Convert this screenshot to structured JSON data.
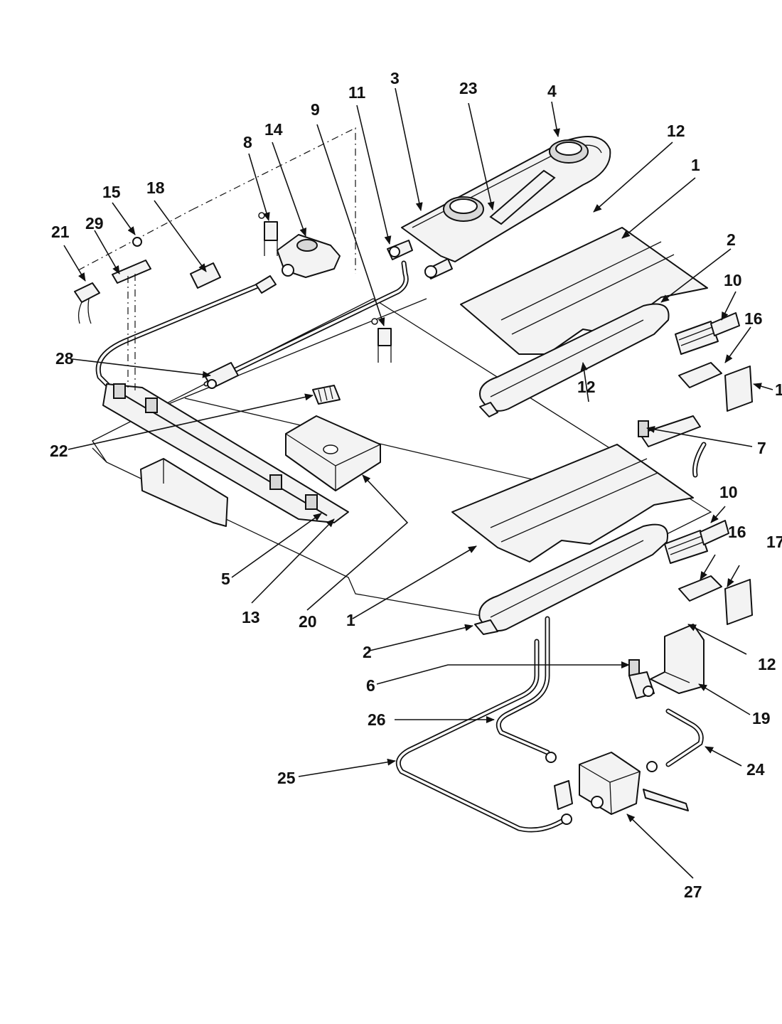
{
  "callouts": [
    {
      "id": "c1a",
      "label": "1"
    },
    {
      "id": "c1b",
      "label": "1"
    },
    {
      "id": "c2a",
      "label": "2"
    },
    {
      "id": "c2b",
      "label": "2"
    },
    {
      "id": "c3",
      "label": "3"
    },
    {
      "id": "c4",
      "label": "4"
    },
    {
      "id": "c5",
      "label": "5"
    },
    {
      "id": "c6",
      "label": "6"
    },
    {
      "id": "c7",
      "label": "7"
    },
    {
      "id": "c8",
      "label": "8"
    },
    {
      "id": "c9",
      "label": "9"
    },
    {
      "id": "c10a",
      "label": "10"
    },
    {
      "id": "c10b",
      "label": "10"
    },
    {
      "id": "c11",
      "label": "11"
    },
    {
      "id": "c12a",
      "label": "12"
    },
    {
      "id": "c12b",
      "label": "12"
    },
    {
      "id": "c12c",
      "label": "12"
    },
    {
      "id": "c13",
      "label": "13"
    },
    {
      "id": "c14",
      "label": "14"
    },
    {
      "id": "c15",
      "label": "15"
    },
    {
      "id": "c16a",
      "label": "16"
    },
    {
      "id": "c16b",
      "label": "16"
    },
    {
      "id": "c17a",
      "label": "1"
    },
    {
      "id": "c17b",
      "label": "17"
    },
    {
      "id": "c18",
      "label": "18"
    },
    {
      "id": "c19",
      "label": "19"
    },
    {
      "id": "c20",
      "label": "20"
    },
    {
      "id": "c21",
      "label": "21"
    },
    {
      "id": "c22",
      "label": "22"
    },
    {
      "id": "c23",
      "label": "23"
    },
    {
      "id": "c24",
      "label": "24"
    },
    {
      "id": "c25",
      "label": "25"
    },
    {
      "id": "c26",
      "label": "26"
    },
    {
      "id": "c27",
      "label": "27"
    },
    {
      "id": "c28",
      "label": "28"
    },
    {
      "id": "c29",
      "label": "29"
    }
  ]
}
